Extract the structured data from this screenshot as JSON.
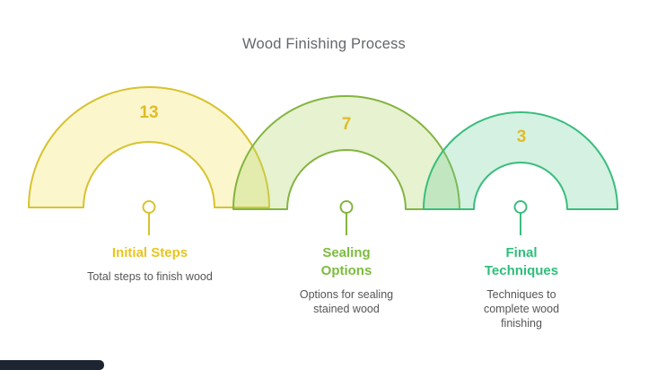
{
  "title": "Wood Finishing Process",
  "title_color": "#63676B",
  "diagram": {
    "number_color": "#E0BC26",
    "description_color": "#555555",
    "steps": [
      {
        "value": "13",
        "label": "Initial Steps",
        "description": "Total steps to finish wood",
        "fill_color": "rgba(242,228,96,0.32)",
        "stroke_color": "#D7C32F",
        "label_color": "#E8C51D"
      },
      {
        "value": "7",
        "label": "Sealing Options",
        "description": "Options for sealing stained wood",
        "fill_color": "rgba(178,215,110,0.32)",
        "stroke_color": "#84B441",
        "label_color": "#7DBB40"
      },
      {
        "value": "3",
        "label": "Final Techniques",
        "description": "Techniques to complete wood finishing",
        "fill_color": "rgba(100,205,150,0.28)",
        "stroke_color": "#3ABD7E",
        "label_color": "#2FBE7B"
      }
    ]
  },
  "progress_bar": {
    "color": "#1D2533"
  }
}
